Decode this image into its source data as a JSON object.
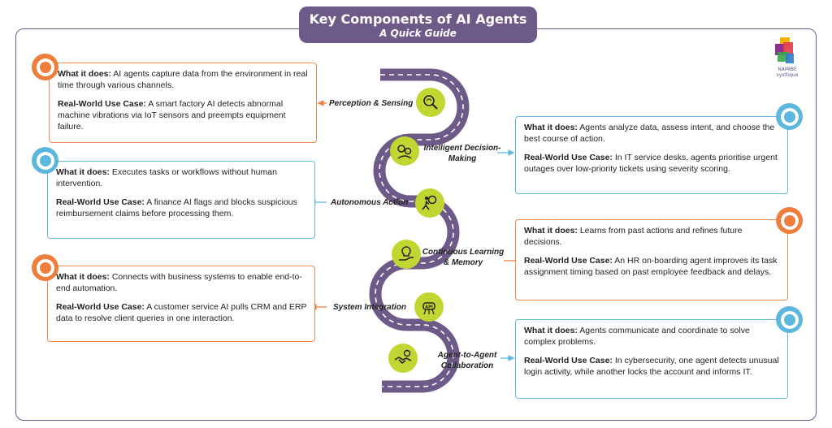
{
  "header": {
    "title": "Key Components of AI Agents",
    "subtitle": "A Quick Guide"
  },
  "logo": {
    "text_line1": "NAMIBE",
    "text_line2": "systlique"
  },
  "labels": {
    "what": "What it does:",
    "use": "Real-World Use Case:"
  },
  "components": [
    {
      "name": "Perception & Sensing",
      "what": "AI agents capture data from the environment in real time through various channels.",
      "use": "A smart factory AI detects abnormal machine vibrations via IoT sensors and preempts equipment failure."
    },
    {
      "name_line1": "Intelligent Decision-",
      "name_line2": "Making",
      "what": "Agents analyze data, assess intent, and choose the best course of action.",
      "use": "In IT service desks, agents prioritise urgent outages over low-priority tickets using severity scoring."
    },
    {
      "name": "Autonomous Action",
      "what": "Executes tasks or workflows without human intervention.",
      "use": "A finance AI flags and blocks suspicious reimbursement claims before processing them."
    },
    {
      "name_line1": "Continuous Learning",
      "name_line2": "& Memory",
      "what": "Learns from past actions and refines future decisions.",
      "use": "An HR on-boarding agent improves its task assignment timing based on past employee feedback and delays."
    },
    {
      "name": "System Integration",
      "what": "Connects with business systems to enable end-to-end automation.",
      "use": "A customer service AI pulls CRM and ERP data to resolve client queries in one interaction."
    },
    {
      "name_line1": "Agent-to-Agent",
      "name_line2": "Collaboration",
      "what": "Agents communicate and coordinate to solve complex problems.",
      "use": "In cybersecurity, one agent detects unusual login activity, while another locks the account and informs IT."
    }
  ],
  "colors": {
    "purple": "#6d5a89",
    "orange": "#ef7d3b",
    "blue": "#5cb7df",
    "green": "#bfd730",
    "road": "#6d5a89"
  },
  "icons": [
    "magnifier-brain-icon",
    "gears-head-icon",
    "running-gear-icon",
    "lightbulb-hand-icon",
    "api-network-icon",
    "handshake-gears-icon"
  ]
}
